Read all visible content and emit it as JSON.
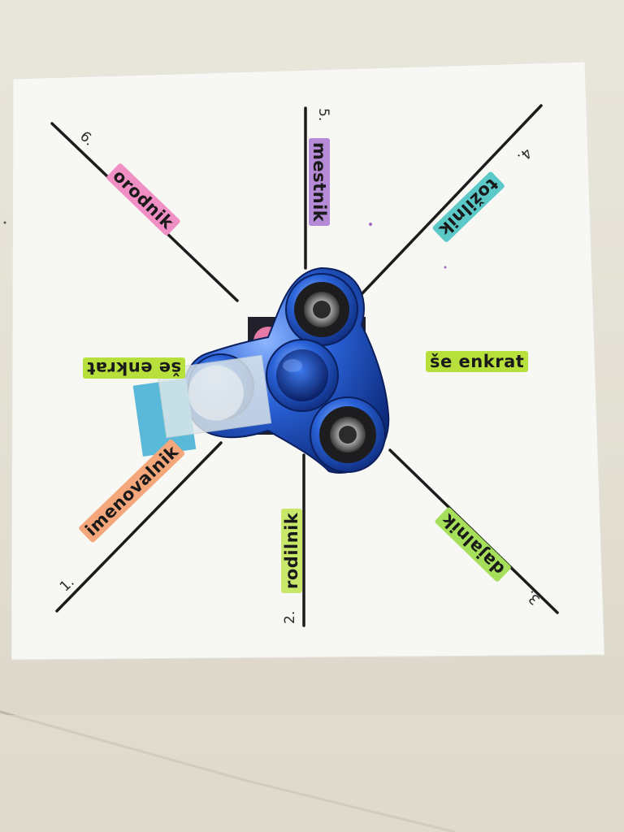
{
  "sectors": [
    {
      "number": "1.",
      "label": "imenovalnik",
      "highlight": "#f4a77a"
    },
    {
      "number": "2.",
      "label": "rodilnik",
      "highlight": "#c9e86a"
    },
    {
      "number": "3.",
      "label": "dajalnik",
      "highlight": "#a6e05a"
    },
    {
      "number": "4.",
      "label": "tožilnik",
      "highlight": "#5cc9c9"
    },
    {
      "number": "5.",
      "label": "mestnik",
      "highlight": "#b58ad6"
    },
    {
      "number": "6.",
      "label": "orodnik",
      "highlight": "#ef8fc4"
    }
  ],
  "extra_labels": [
    {
      "label": "še enkrat",
      "highlight": "#b8e03c"
    },
    {
      "label": "še enkrat",
      "highlight": "#b8e03c"
    }
  ],
  "colors": {
    "paper": "#f6f6f3",
    "desk": "#e6e2d7",
    "spinner": "#1f5fd6",
    "center_square": "#22202a",
    "sticky_note": "#5ab8d8"
  }
}
